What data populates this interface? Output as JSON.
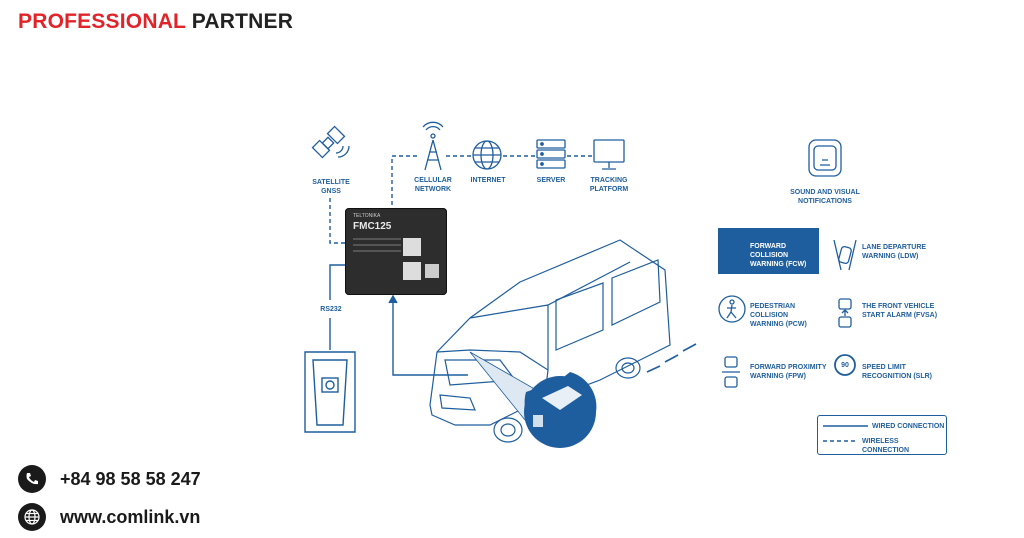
{
  "header": {
    "brand_red": "PROFESSIONAL",
    "brand_dark": "PARTNER"
  },
  "diagram": {
    "nodes": {
      "satellite": "SATELLITE\nGNSS",
      "cellular": "CELLULAR\nNETWORK",
      "internet": "INTERNET",
      "server": "SERVER",
      "tracking": "TRACKING\nPLATFORM",
      "rs232": "RS232",
      "notifications": "SOUND AND VISUAL\nNOTIFICATIONS"
    },
    "device": {
      "model": "FMC125",
      "brand": "TELTONIKA"
    },
    "features": [
      {
        "label": "FORWARD COLLISION\nWARNING (FCW)",
        "icon": "car-front-icon"
      },
      {
        "label": "LANE DEPARTURE\nWARNING (LDW)",
        "icon": "lane-icon"
      },
      {
        "label": "PEDESTRIAN COLLISION\nWARNING (PCW)",
        "icon": "pedestrian-icon"
      },
      {
        "label": "THE FRONT VEHICLE\nSTART ALARM (FVSA)",
        "icon": "front-vehicle-icon"
      },
      {
        "label": "FORWARD PROXIMITY\nWARNING (FPW)",
        "icon": "proximity-icon"
      },
      {
        "label": "SPEED LIMIT\nRECOGNITION (SLR)",
        "icon": "speed-limit-icon",
        "sign_value": "90"
      }
    ],
    "legend": {
      "wired": "WIRED CONNECTION",
      "wireless": "WIRELESS CONNECTION"
    },
    "colors": {
      "accent": "#1f5e9e",
      "brand_red": "#e0242a"
    }
  },
  "contact": {
    "phone": "+84 98 58 58 247",
    "website": "www.comlink.vn"
  }
}
